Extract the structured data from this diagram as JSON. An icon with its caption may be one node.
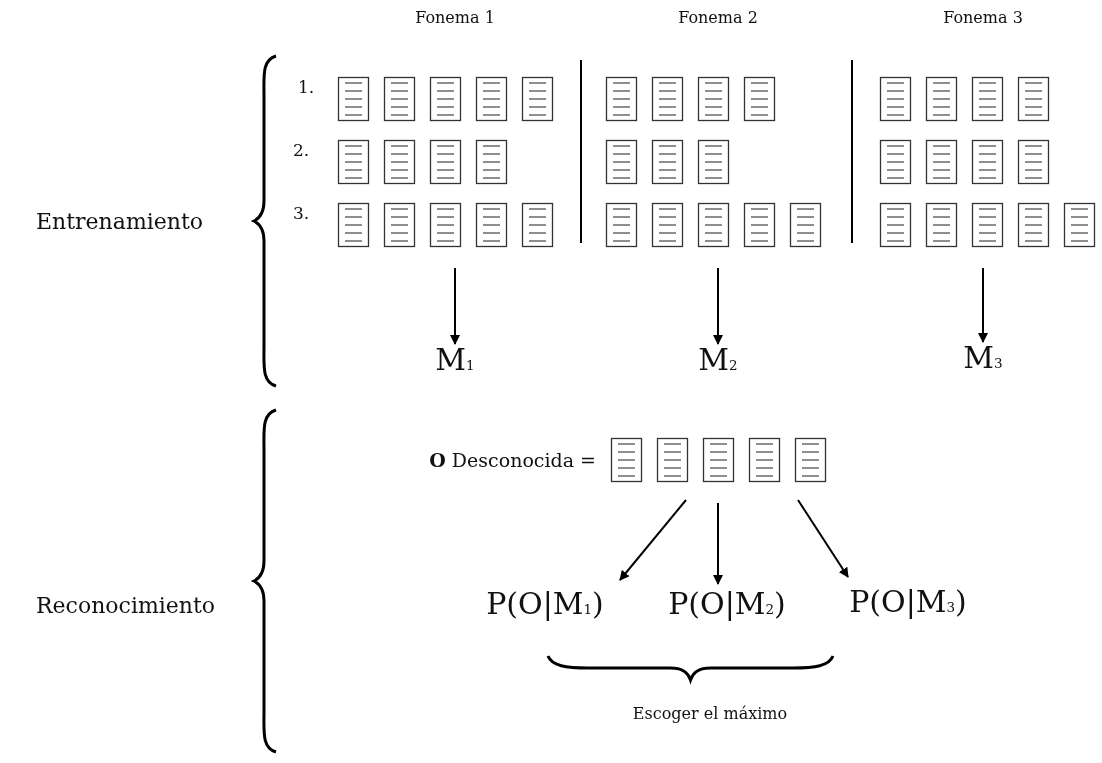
{
  "diagram": {
    "nodes": [
      {
        "text": [
          "M$_{1}$"
        ]
      },
      {
        "text": [
          "M$_{2}$"
        ]
      },
      {
        "text": [
          "M$_{3}$"
        ]
      },
      {
        "text": [],
        "shape": "box",
        "beside": [
          "**O** Desconocida ="
        ]
      },
      {
        "text": [
          "P(O|M$_{1}$)"
        ]
      },
      {
        "text": [
          "P(O|M$_{2}$)"
        ]
      },
      {
        "text": [
          "P(O|M$_{3}$)"
        ]
      }
    ],
    "edges": [
      {
        "from": null,
        "to": 0,
        "arrow": "to"
      },
      {
        "from": null,
        "to": 1,
        "arrow": "to"
      },
      {
        "from": null,
        "to": 2,
        "arrow": "to"
      },
      {
        "from": 3,
        "to": 4,
        "arrow": "to"
      },
      {
        "from": 3,
        "to": 5,
        "arrow": "to"
      },
      {
        "from": 3,
        "to": 6,
        "arrow": "to"
      }
    ],
    "labels": [
      "Fonema 1",
      "Fonema 2",
      "Fonema 3",
      "1.",
      "2.",
      "3.",
      "Entrenamiento",
      "Reconocimiento",
      "Escoger el máximo"
    ]
  }
}
